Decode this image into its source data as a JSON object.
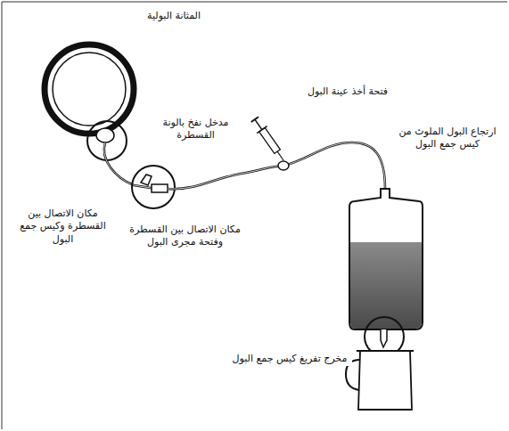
{
  "diagram": {
    "labels": [
      "المثانة البولية",
      "مدخل نفخ بالونة القسطرة",
      "فتحة أخذ عينة البول",
      "مكان الاتصال بين القسطرة وكيس جمع البول",
      "ارتجاع البول الملوث من كيس جمع البول",
      "مكان الاتصال بين القسطرة وفتحة مجرى البول",
      "مخرج تفريغ كيس جمع البول"
    ]
  }
}
